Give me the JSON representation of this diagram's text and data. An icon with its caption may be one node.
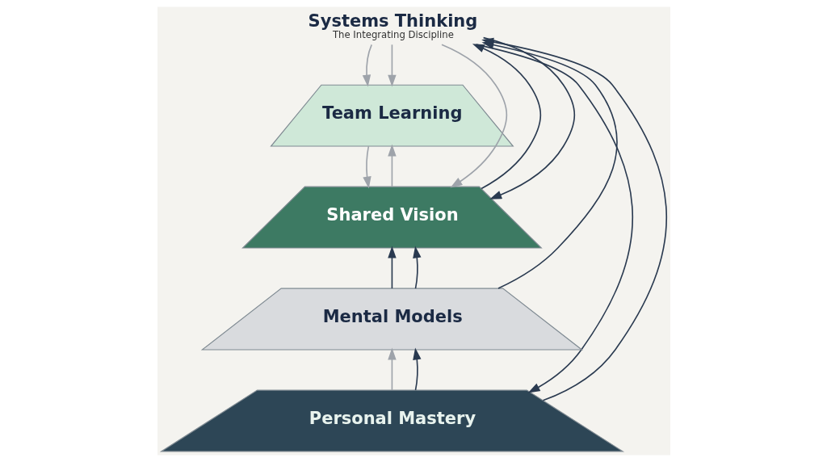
{
  "diagram": {
    "nodes": [
      {
        "text": [
          "Systems Thinking",
          "The Integrating Discipline"
        ]
      },
      {
        "text": [
          "Team Learning"
        ]
      },
      {
        "text": [
          "Shared Vision"
        ]
      },
      {
        "text": [
          "Mental Models"
        ]
      },
      {
        "text": [
          "Personal Mastery"
        ]
      }
    ],
    "edges": [
      {
        "from": 4,
        "to": 0,
        "arrow": "to"
      },
      {
        "from": 3,
        "to": 0,
        "arrow": "to"
      },
      {
        "from": 2,
        "to": 0,
        "arrow": "to"
      },
      {
        "from": 0,
        "to": 1,
        "arrow": "to",
        "color": "#9ea3aa"
      },
      {
        "from": 0,
        "to": 2,
        "arrow": "to",
        "color": "#9ea3aa"
      },
      {
        "from": 2,
        "to": 1,
        "arrow": "to",
        "color": "#9ea3aa"
      },
      {
        "from": 3,
        "to": 2,
        "arrow": "to"
      },
      {
        "from": 4,
        "to": 3,
        "arrow": "to",
        "color": "#9ea3aa"
      },
      {
        "from": 0,
        "to": 1,
        "arrow": "to",
        "color": "#9ea3aa"
      },
      {
        "from": 1,
        "to": 2,
        "arrow": "to",
        "color": "#9ea3aa"
      },
      {
        "from": 0,
        "to": 2,
        "arrow": "to"
      },
      {
        "from": 3,
        "to": 2,
        "arrow": "to"
      },
      {
        "from": 4,
        "to": 3,
        "arrow": "to"
      },
      {
        "from": 0,
        "to": 4,
        "arrow": "to"
      }
    ]
  }
}
